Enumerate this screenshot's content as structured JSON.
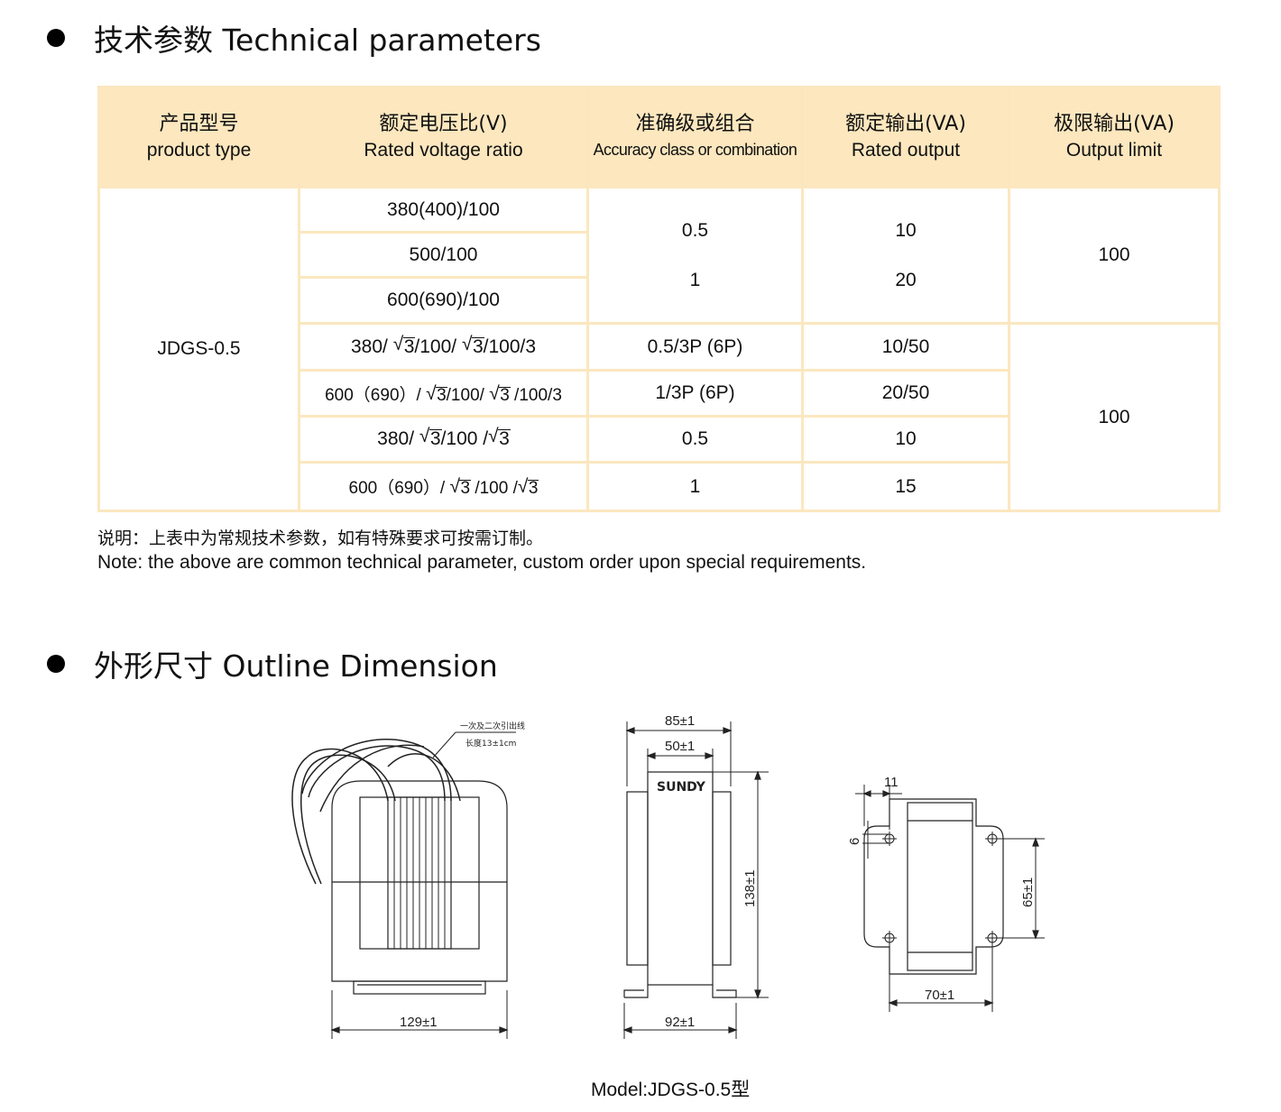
{
  "sections": {
    "technical": "技术参数 Technical parameters",
    "outline": "外形尺寸 Outline Dimension"
  },
  "table": {
    "headers": [
      {
        "cn": "产品型号",
        "en": "product type"
      },
      {
        "cn": "额定电压比(V)",
        "en": "Rated voltage ratio"
      },
      {
        "cn": "准确级或组合",
        "en": "Accuracy class or combination"
      },
      {
        "cn": "额定输出(VA)",
        "en": "Rated output"
      },
      {
        "cn": "极限输出(VA)",
        "en": "Output limit"
      }
    ],
    "model": "JDGS-0.5",
    "group1": {
      "ratios": [
        "380(400)/100",
        "500/100",
        "600(690)/100"
      ],
      "accuracy": [
        "0.5",
        "1"
      ],
      "output": [
        "10",
        "20"
      ],
      "limit": "100"
    },
    "group2": {
      "rows": [
        {
          "ratio_parts": [
            "380/ ",
            "3",
            "/100/ ",
            "3",
            "/100/3"
          ],
          "accuracy": "0.5/3P (6P)",
          "output": "10/50"
        },
        {
          "ratio_parts": [
            "600（690）/ ",
            "3",
            "/100/ ",
            "3",
            " /100/3"
          ],
          "accuracy": "1/3P (6P)",
          "output": "20/50"
        },
        {
          "ratio_parts": [
            "380/ ",
            "3",
            "/100 /",
            "3",
            ""
          ],
          "accuracy": "0.5",
          "output": "10"
        },
        {
          "ratio_parts": [
            "600（690）/ ",
            "3",
            " /100 /",
            "3",
            ""
          ],
          "accuracy": "1",
          "output": "15"
        }
      ],
      "limit": "100"
    }
  },
  "notes": {
    "cn": "说明：上表中为常规技术参数，如有特殊要求可按需订制。",
    "en": "Note:  the above are common technical parameter, custom order upon special requirements."
  },
  "drawing": {
    "lead_label_1": "一次及二次引出线",
    "lead_label_2": "长度13±1cm",
    "brand": "SUNDY",
    "dim_width_front": "129±1",
    "dim_top_outer": "85±1",
    "dim_top_inner": "50±1",
    "dim_height": "138±1",
    "dim_base": "92±1",
    "dim_hole_offset": "11",
    "dim_hole_dia": "6",
    "dim_hole_vertical": "65±1",
    "dim_hole_horizontal": "70±1"
  },
  "caption": "Model:JDGS-0.5型"
}
